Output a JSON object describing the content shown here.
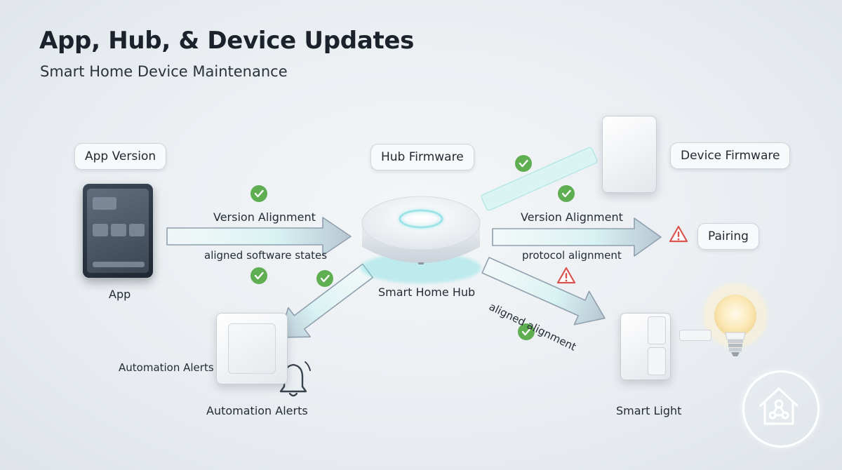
{
  "header": {
    "title": "App, Hub, & Device Updates",
    "subtitle": "Smart Home Device Maintenance"
  },
  "pills": {
    "app_version": "App Version",
    "hub_firmware": "Hub Firmware",
    "device_firmware": "Device Firmware",
    "pairing": "Pairing"
  },
  "nodes": {
    "app": "App",
    "hub": "Smart Home Hub",
    "automation_side": "Automation Alerts",
    "automation_bottom": "Automation Alerts",
    "smart_light": "Smart Light"
  },
  "edges": {
    "left_top": "Version Alignment",
    "left_bottom": "aligned software states",
    "right_top": "Version Alignment",
    "right_bottom": "protocol alignment",
    "diagonal": "aligned alignment"
  },
  "colors": {
    "check_green": "#5fae52",
    "warning_red": "#d9534f",
    "arrow_fill": "#dff4f4",
    "arrow_outline": "#8f9fae",
    "hub_glow": "#7fe0e4"
  },
  "icons": [
    "check-icon",
    "warning-icon",
    "bell-icon",
    "bulb-icon",
    "house-network-icon"
  ]
}
